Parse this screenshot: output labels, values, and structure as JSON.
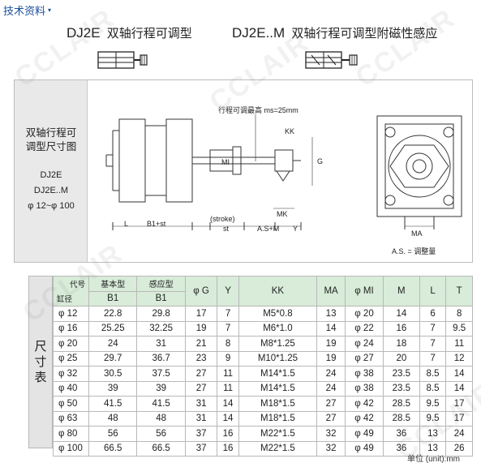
{
  "header": {
    "section_label": "技术资料",
    "arrow": "▾"
  },
  "models": [
    {
      "code": "DJ2E",
      "name": "双轴行程可调型"
    },
    {
      "code": "DJ2E..M",
      "name": "双轴行程可调型附磁性感应"
    }
  ],
  "watermark": "CCLAIR",
  "drawing": {
    "side_title_line1": "双轴行程可",
    "side_title_line2": "调型尺寸图",
    "side_model_1": "DJ2E",
    "side_model_2": "DJ2E..M",
    "side_range": "φ 12~φ 100",
    "stroke_note": "行程可调最高 ms=25mm",
    "labels": {
      "kk": "KK",
      "mi": "MI",
      "g": "G",
      "mk": "MK",
      "l": "L",
      "b1_st": "B1+st",
      "stroke": "(stroke)",
      "st": "st",
      "as_m": "A.S+M",
      "y": "Y",
      "ma": "MA",
      "as_note": "A.S. = 调整量"
    }
  },
  "table": {
    "side_label": [
      "尺",
      "寸",
      "表"
    ],
    "corner_top": "代号",
    "corner_bottom": "缸径",
    "group_headers": {
      "basic": "基本型",
      "sensor": "感应型"
    },
    "headers": [
      "B1",
      "B1",
      "φ G",
      "Y",
      "KK",
      "MA",
      "φ MI",
      "M",
      "L",
      "T"
    ],
    "rows": [
      [
        "φ  12",
        "22.8",
        "29.8",
        "17",
        "7",
        "M5*0.8",
        "13",
        "φ 20",
        "14",
        "6",
        "8"
      ],
      [
        "φ  16",
        "25.25",
        "32.25",
        "19",
        "7",
        "M6*1.0",
        "14",
        "φ 22",
        "16",
        "7",
        "9.5"
      ],
      [
        "φ  20",
        "24",
        "31",
        "21",
        "8",
        "M8*1.25",
        "19",
        "φ 24",
        "18",
        "7",
        "11"
      ],
      [
        "φ  25",
        "29.7",
        "36.7",
        "23",
        "9",
        "M10*1.25",
        "19",
        "φ 27",
        "20",
        "7",
        "12"
      ],
      [
        "φ  32",
        "30.5",
        "37.5",
        "27",
        "11",
        "M14*1.5",
        "24",
        "φ 38",
        "23.5",
        "8.5",
        "14"
      ],
      [
        "φ  40",
        "39",
        "39",
        "27",
        "11",
        "M14*1.5",
        "24",
        "φ 38",
        "23.5",
        "8.5",
        "14"
      ],
      [
        "φ  50",
        "41.5",
        "41.5",
        "31",
        "14",
        "M18*1.5",
        "27",
        "φ 42",
        "28.5",
        "9.5",
        "17"
      ],
      [
        "φ  63",
        "48",
        "48",
        "31",
        "14",
        "M18*1.5",
        "27",
        "φ 42",
        "28.5",
        "9.5",
        "17"
      ],
      [
        "φ  80",
        "56",
        "56",
        "37",
        "16",
        "M22*1.5",
        "32",
        "φ 49",
        "36",
        "13",
        "24"
      ],
      [
        "φ 100",
        "66.5",
        "66.5",
        "37",
        "16",
        "M22*1.5",
        "32",
        "φ 49",
        "36",
        "13",
        "26"
      ]
    ],
    "unit_note": "单位 (unit):mm"
  }
}
